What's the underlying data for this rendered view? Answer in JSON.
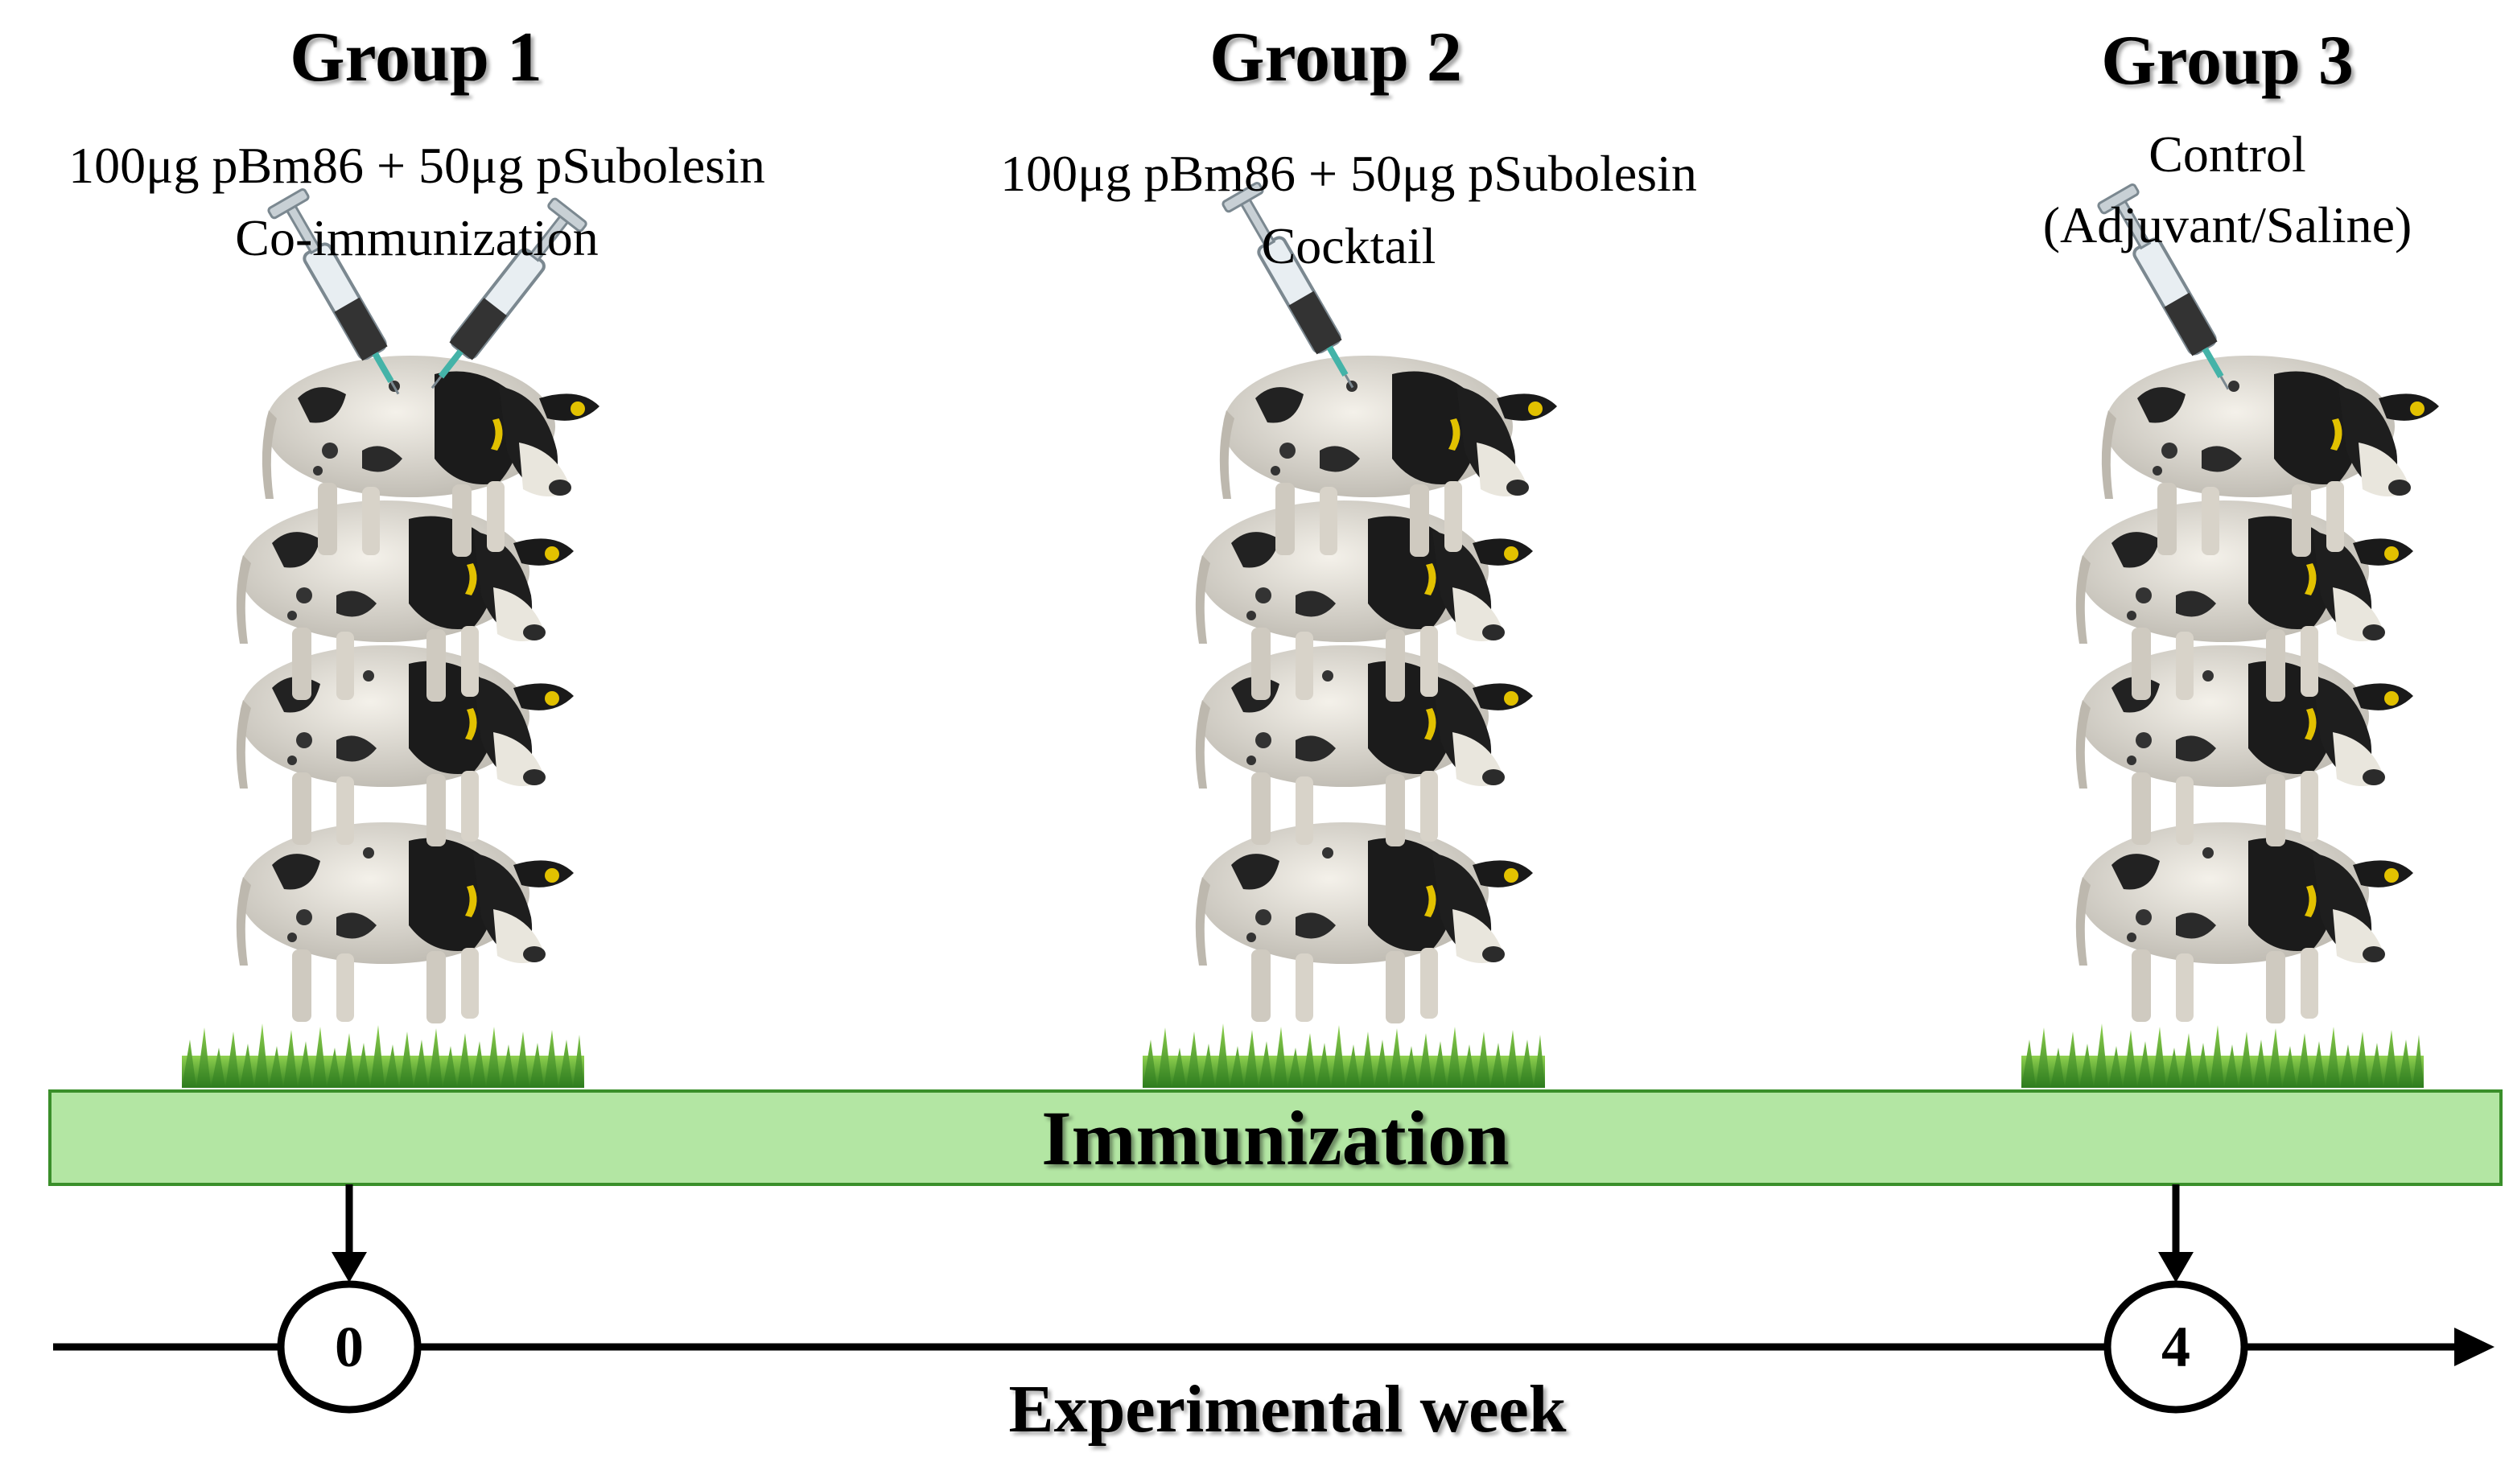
{
  "groups": [
    {
      "title": "Group 1",
      "dose": "100μg pBm86  +  50μg pSubolesin",
      "method": "Co-immunization"
    },
    {
      "title": "Group 2",
      "dose": "100μg pBm86  +  50μg pSubolesin",
      "method": "Cocktail"
    },
    {
      "title": "Group 3",
      "line1": "Control",
      "line2": "(Adjuvant/Saline)"
    }
  ],
  "band": {
    "label": "Immunization",
    "color": "#b3e6a3",
    "border": "#3a8f2a"
  },
  "timeline": {
    "weeks": [
      "0",
      "4"
    ],
    "axis_label": "Experimental week"
  },
  "icons": [
    "cow-herd-icon",
    "syringe-icon",
    "grass-icon"
  ]
}
